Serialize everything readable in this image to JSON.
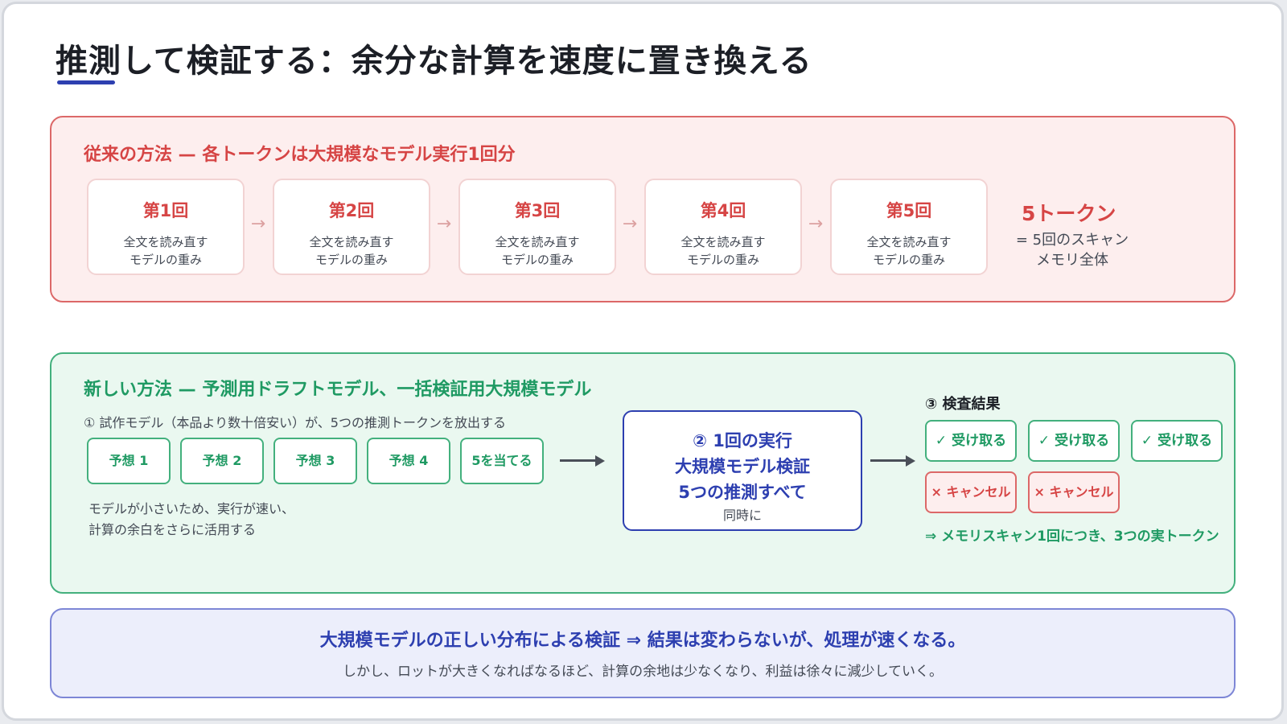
{
  "title": "推測して検証する：余分な計算を速度に置き換える",
  "colors": {
    "accent": "#2d3fb0",
    "red": "#d64545",
    "green": "#1f9a63"
  },
  "old_method": {
    "heading": "従来の方法 — 各トークンは大規模なモデル実行1回分",
    "steps": [
      {
        "title": "第1回",
        "line1": "全文を読み直す",
        "line2": "モデルの重み"
      },
      {
        "title": "第2回",
        "line1": "全文を読み直す",
        "line2": "モデルの重み"
      },
      {
        "title": "第3回",
        "line1": "全文を読み直す",
        "line2": "モデルの重み"
      },
      {
        "title": "第4回",
        "line1": "全文を読み直す",
        "line2": "モデルの重み"
      },
      {
        "title": "第5回",
        "line1": "全文を読み直す",
        "line2": "モデルの重み"
      }
    ],
    "result_value": "5トークン",
    "result_line1": "= 5回のスキャン",
    "result_line2": "メモリ全体"
  },
  "new_method": {
    "heading": "新しい方法 — 予測用ドラフトモデル、一括検証用大規模モデル",
    "draft_note": "① 試作モデル（本品より数十倍安い）が、5つの推測トークンを放出する",
    "guesses": [
      "予想 1",
      "予想 2",
      "予想 3",
      "予想 4",
      "5を当てる"
    ],
    "draft_caption_line1": "モデルが小さいため、実行が速い、",
    "draft_caption_line2": "計算の余白をさらに活用する",
    "verify_line1": "② 1回の実行",
    "verify_line2": "大規模モデル検証",
    "verify_line3": "5つの推測すべて",
    "verify_sub": "同時に",
    "result_heading": "③ 検査結果",
    "accepted": [
      "✓ 受け取る",
      "✓ 受け取る",
      "✓ 受け取る"
    ],
    "rejected": [
      "× キャンセル",
      "× キャンセル"
    ],
    "result_summary": "⇒ メモリスキャン1回につき、3つの実トークン"
  },
  "summary": {
    "main": "大規模モデルの正しい分布による検証 ⇒ 結果は変わらないが、処理が速くなる。",
    "sub": "しかし、ロットが大きくなればなるほど、計算の余地は少なくなり、利益は徐々に減少していく。"
  }
}
